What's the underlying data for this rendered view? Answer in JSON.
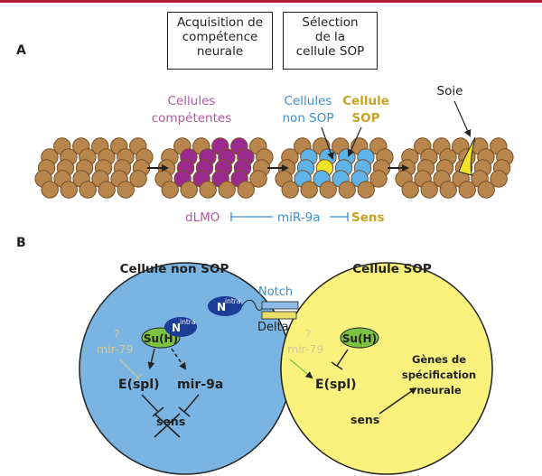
{
  "colors": {
    "top_bar": "#b5153a",
    "cell_fill": "#b8854d",
    "cell_stroke": "#7a5024",
    "competent": "#9b2a8e",
    "competent_label": "#b0599f",
    "non_sop": "#5eb3e8",
    "non_sop_label": "#3a8fd0",
    "sop": "#f1e327",
    "sop_label": "#c9a325",
    "sens": "#c9a325",
    "dlmo": "#b0599f",
    "mir9a": "#3a8fd0",
    "cell_non_sop_bg": "#79b4e2",
    "cell_sop_bg": "#faf27c",
    "sub_h": "#7bc243",
    "nintra": "#1b3c97",
    "mir79": "#d6c89a",
    "notch": "#8bbde6",
    "delta": "#e9df6a"
  },
  "panel_a": {
    "label": "A",
    "boxes": [
      {
        "lines": [
          "Acquisition de",
          "compétence",
          "neurale"
        ]
      },
      {
        "lines": [
          "Sélection",
          "de la",
          "cellule SOP"
        ]
      }
    ],
    "labels": {
      "competent": [
        "Cellules",
        "compétentes"
      ],
      "non_sop": [
        "Cellules",
        "non SOP"
      ],
      "sop": [
        "Cellule",
        "SOP"
      ],
      "soie": "Soie"
    },
    "regulation": {
      "dlmo": "dLMO",
      "mir9a": "miR-9a",
      "sens": "Sens"
    }
  },
  "panel_b": {
    "label": "B",
    "left_cell": {
      "title": "Cellule non SOP",
      "su_h": "Su(H)",
      "nintra": "N",
      "nintra_sup": "intra",
      "mir79_q": "?",
      "mir79": "mir-79",
      "espl": "E(spl)",
      "mir9a": "mir-9a",
      "sens": "sens"
    },
    "membrane": {
      "nintra": "N",
      "nintra_sup": "intra",
      "notch": "Notch",
      "delta": "Delta"
    },
    "right_cell": {
      "title": "Cellule SOP",
      "su_h": "Su(H)",
      "mir79_q": "?",
      "mir79": "mir-79",
      "espl": "E(spl)",
      "genes": [
        "Gènes de",
        "spécification",
        "neurale"
      ],
      "sens": "sens"
    }
  }
}
